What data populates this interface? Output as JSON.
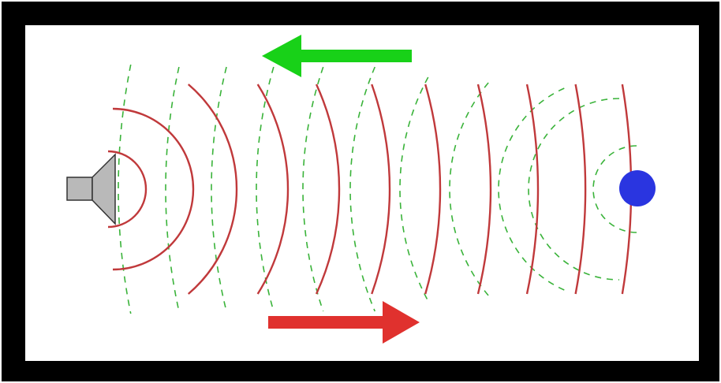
{
  "diagram": {
    "subject": "sound-reflection",
    "colors": {
      "frame": "#000000",
      "background": "#ffffff",
      "emitted_wave": "#c0393b",
      "reflected_wave": "#3ab33a",
      "emitted_arrow": "#e0312e",
      "reflected_arrow": "#18d118",
      "reflector": "#2a35e0",
      "speaker_fill": "#b9b9b9",
      "speaker_stroke": "#333333"
    },
    "icons": {
      "source": "speaker-icon",
      "reflector": "ball-icon",
      "emitted_direction": "arrow-right-icon",
      "reflected_direction": "arrow-left-icon"
    },
    "emitted_wave_count": 11,
    "reflected_wave_count": 11
  }
}
